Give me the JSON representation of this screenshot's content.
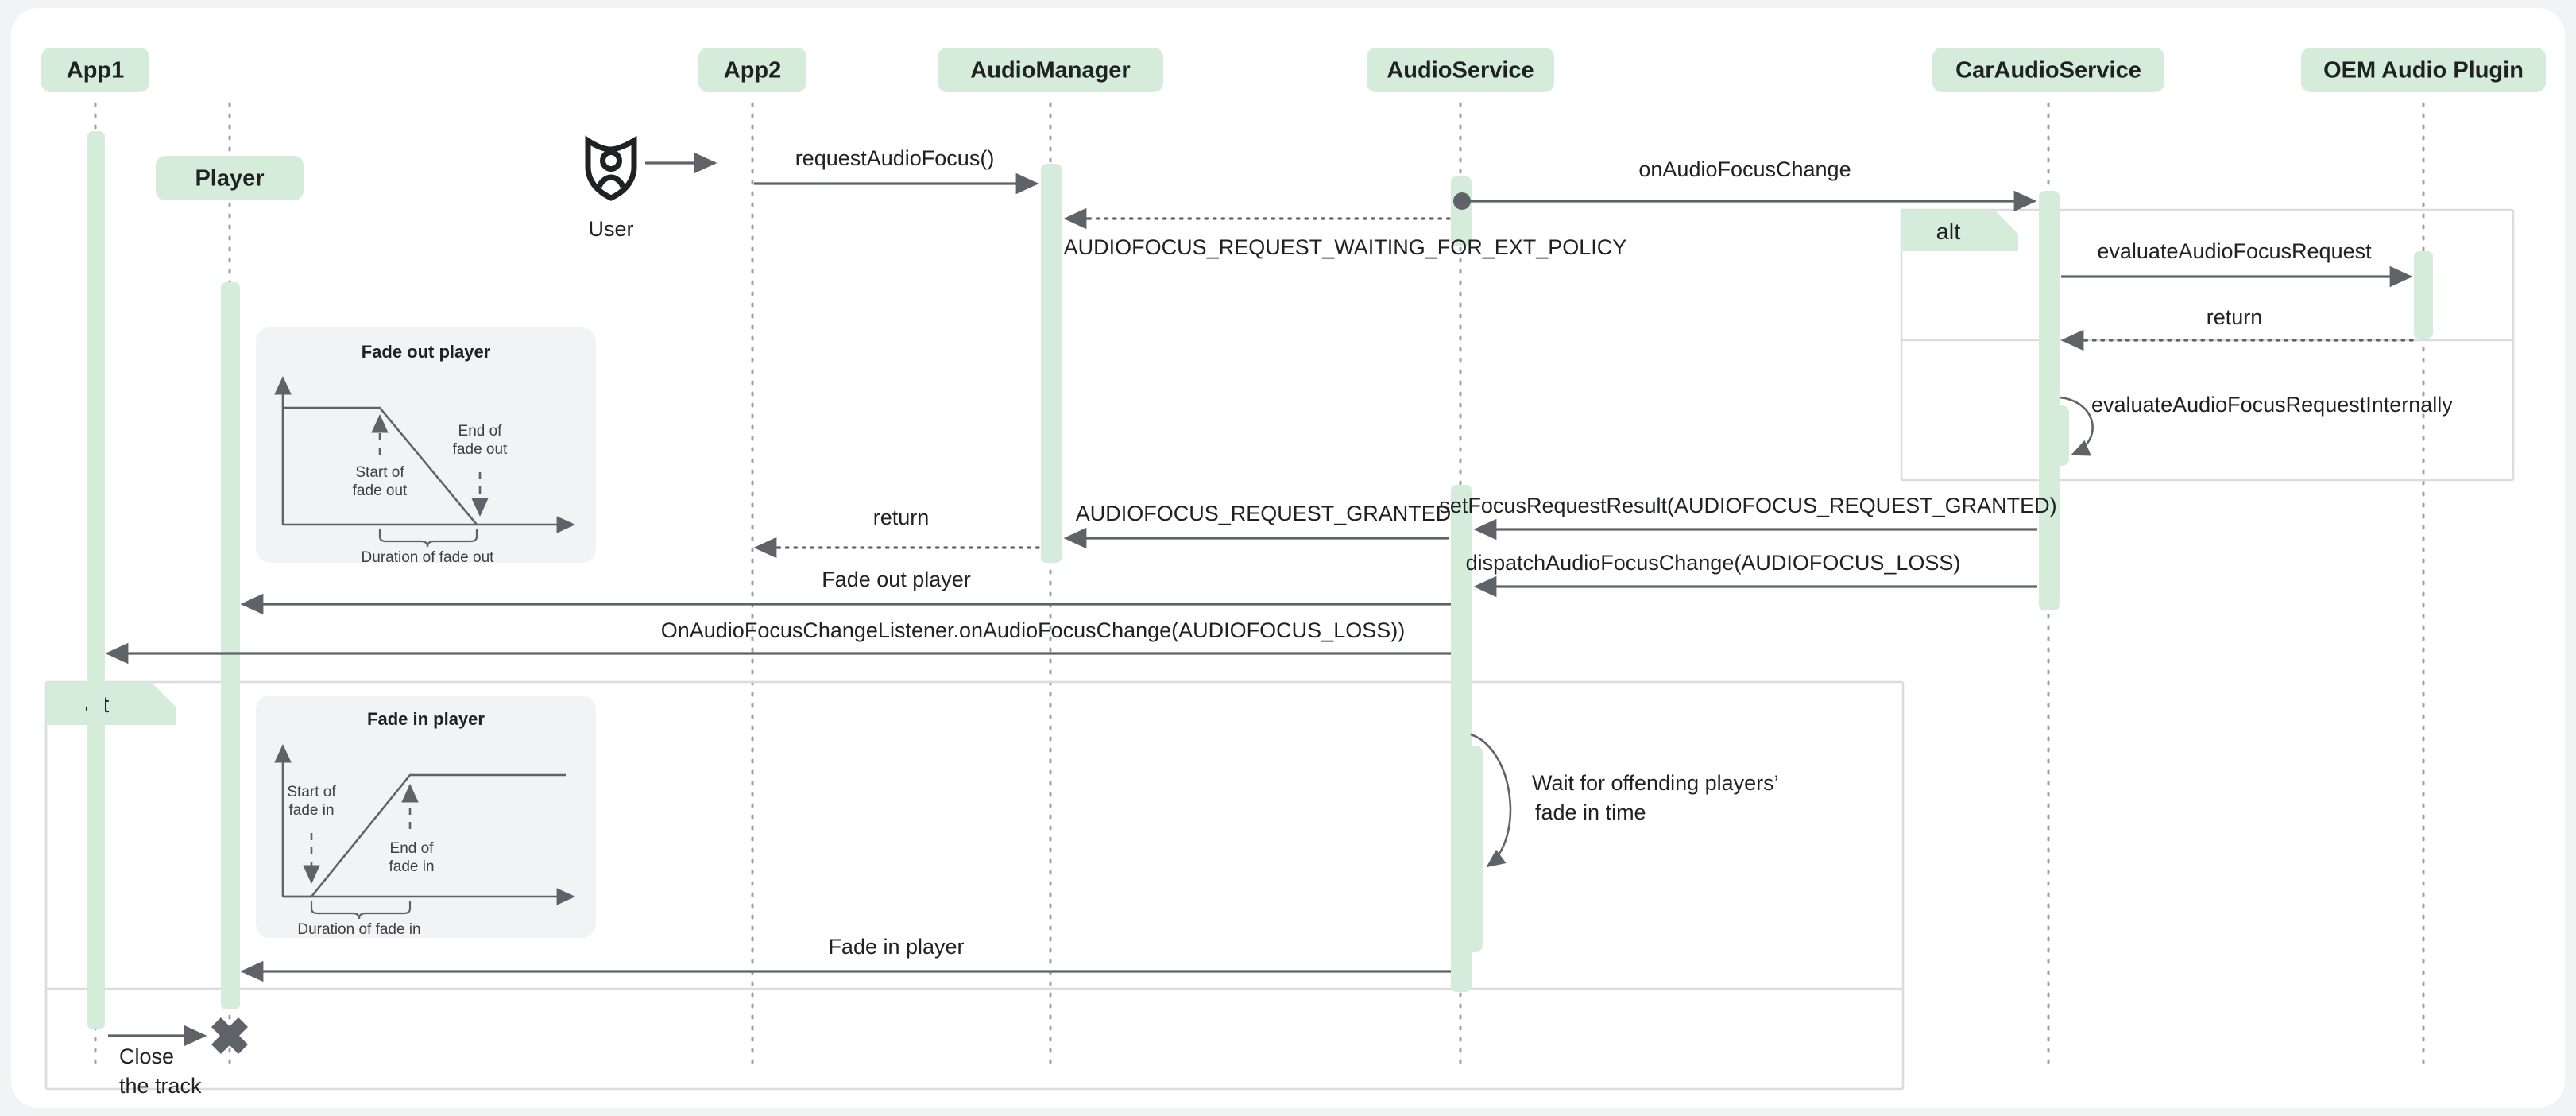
{
  "diagram": {
    "type": "uml-sequence-diagram",
    "title": "Android Automotive audio focus fade sequence",
    "background": "#f1f3f4",
    "card_background": "#ffffff",
    "accent_green": "#d4ecd9",
    "line_color": "#5f6368",
    "note_background": "#f1f3f4"
  },
  "participants": [
    {
      "id": "app1",
      "label": "App1",
      "x": 58
    },
    {
      "id": "player",
      "label": "Player",
      "x": 140
    },
    {
      "id": "app2",
      "label": "App2",
      "x": 458
    },
    {
      "id": "audiomanager",
      "label": "AudioManager",
      "x": 640
    },
    {
      "id": "audioservice",
      "label": "AudioService",
      "x": 889
    },
    {
      "id": "caraudioservice",
      "label": "CarAudioService",
      "x": 1246
    },
    {
      "id": "oemaudioplugin",
      "label": "OEM Audio Plugin",
      "x": 1475
    }
  ],
  "actor": {
    "label": "User",
    "icon": "user-shield-icon"
  },
  "messages": [
    {
      "id": "m0",
      "label": "",
      "from": "user",
      "to": "app2",
      "style": "solid"
    },
    {
      "id": "m1",
      "label": "requestAudioFocus()",
      "from": "app2",
      "to": "audiomanager",
      "style": "solid"
    },
    {
      "id": "m2",
      "label": "onAudioFocusChange",
      "from": "audioservice",
      "to": "caraudioservice",
      "style": "solid"
    },
    {
      "id": "m3",
      "label": "AUDIOFOCUS_REQUEST_WAITING_FOR_EXT_POLICY",
      "from": "audioservice",
      "to": "audiomanager",
      "style": "dotted"
    },
    {
      "id": "m4",
      "label": "evaluateAudioFocusRequest",
      "from": "caraudioservice",
      "to": "oemaudioplugin",
      "style": "solid"
    },
    {
      "id": "m5",
      "label": "return",
      "from": "oemaudioplugin",
      "to": "caraudioservice",
      "style": "dotted"
    },
    {
      "id": "m6",
      "label": "evaluateAudioFocusRequestInternally",
      "from": "caraudioservice",
      "to": "caraudioservice",
      "style": "self"
    },
    {
      "id": "m7",
      "label": "setFocusRequestResult(AUDIOFOCUS_REQUEST_GRANTED)",
      "from": "caraudioservice",
      "to": "audioservice",
      "style": "solid"
    },
    {
      "id": "m8",
      "label": "AUDIOFOCUS_REQUEST_GRANTED",
      "from": "audioservice",
      "to": "audiomanager",
      "style": "solid"
    },
    {
      "id": "m9",
      "label": "return",
      "from": "audiomanager",
      "to": "app2",
      "style": "dotted"
    },
    {
      "id": "m10",
      "label": "dispatchAudioFocusChange(AUDIOFOCUS_LOSS)",
      "from": "caraudioservice",
      "to": "audioservice",
      "style": "solid"
    },
    {
      "id": "m11",
      "label": "Fade out player",
      "from": "audioservice",
      "to": "player",
      "style": "solid"
    },
    {
      "id": "m12",
      "label": "OnAudioFocusChangeListener.onAudioFocusChange(AUDIOFOCUS_LOSS))",
      "from": "audioservice",
      "to": "app1",
      "style": "solid"
    },
    {
      "id": "m13",
      "label": "Wait for offending players’ fade in time",
      "from": "audioservice",
      "to": "audioservice",
      "style": "self"
    },
    {
      "id": "m14",
      "label": "Fade in player",
      "from": "audioservice",
      "to": "player",
      "style": "solid"
    },
    {
      "id": "m15",
      "label": "Close\nthe track",
      "from": "app1",
      "to": "player",
      "style": "solid",
      "destroys": true
    }
  ],
  "fragments": [
    {
      "id": "alt-right",
      "label": "alt"
    },
    {
      "id": "alt-left",
      "label": "alt"
    }
  ],
  "notes": [
    {
      "id": "note-fade-out",
      "title": "Fade out player",
      "labels": {
        "start": "Start of\nfade out",
        "end": "End of\nfade out",
        "duration": "Duration of fade out"
      }
    },
    {
      "id": "note-fade-in",
      "title": "Fade in player",
      "labels": {
        "start": "Start of\nfade in",
        "end": "End of\nfade in",
        "duration": "Duration of fade in"
      }
    }
  ],
  "chart_data": [
    {
      "type": "line",
      "id": "fade-out-chart",
      "title": "Fade out player",
      "x": [
        0,
        0.48,
        0.95
      ],
      "values": [
        1,
        1,
        0
      ],
      "xlabel": "",
      "ylabel": "",
      "xlim": [
        0,
        1
      ],
      "ylim": [
        0,
        1.3
      ],
      "grid": false,
      "annotations": [
        "Start of fade out",
        "End of fade out",
        "Duration of fade out"
      ]
    },
    {
      "type": "line",
      "id": "fade-in-chart",
      "title": "Fade in player",
      "x": [
        0,
        0.18,
        0.62,
        1
      ],
      "values": [
        0,
        0,
        1,
        1
      ],
      "xlabel": "",
      "ylabel": "",
      "xlim": [
        0,
        1
      ],
      "ylim": [
        0,
        1.3
      ],
      "grid": false,
      "annotations": [
        "Start of fade in",
        "End of fade in",
        "Duration of fade in"
      ]
    }
  ],
  "labels": {
    "p_app1": "App1",
    "p_player": "Player",
    "p_app2": "App2",
    "p_audiomanager": "AudioManager",
    "p_audioservice": "AudioService",
    "p_caraudioservice": "CarAudioService",
    "p_oemplugin": "OEM Audio Plugin",
    "user": "User",
    "alt1": "alt",
    "alt2": "alt",
    "m_requestAudioFocus": "requestAudioFocus()",
    "m_onAudioFocusChange": "onAudioFocusChange",
    "m_waitingExtPolicy": "AUDIOFOCUS_REQUEST_WAITING_FOR_EXT_POLICY",
    "m_evaluate": "evaluateAudioFocusRequest",
    "m_return1": "return",
    "m_evaluateInternally": "evaluateAudioFocusRequestInternally",
    "m_setFocusRequestResult": "setFocusRequestResult(AUDIOFOCUS_REQUEST_GRANTED)",
    "m_granted": "AUDIOFOCUS_REQUEST_GRANTED",
    "m_return2": "return",
    "m_dispatch": "dispatchAudioFocusChange(AUDIOFOCUS_LOSS)",
    "m_fadeOutPlayer": "Fade out player",
    "m_listener": "OnAudioFocusChangeListener.onAudioFocusChange(AUDIOFOCUS_LOSS))",
    "m_wait_l1": "Wait for offending players’",
    "m_wait_l2": "fade in time",
    "m_fadeInPlayer": "Fade in player",
    "m_close_l1": "Close",
    "m_close_l2": "the track",
    "n1_title": "Fade out player",
    "n1_start_l1": "Start of",
    "n1_start_l2": "fade out",
    "n1_end_l1": "End of",
    "n1_end_l2": "fade out",
    "n1_duration": "Duration of fade out",
    "n2_title": "Fade in player",
    "n2_start_l1": "Start of",
    "n2_start_l2": "fade in",
    "n2_end_l1": "End of",
    "n2_end_l2": "fade in",
    "n2_duration": "Duration of fade in"
  }
}
